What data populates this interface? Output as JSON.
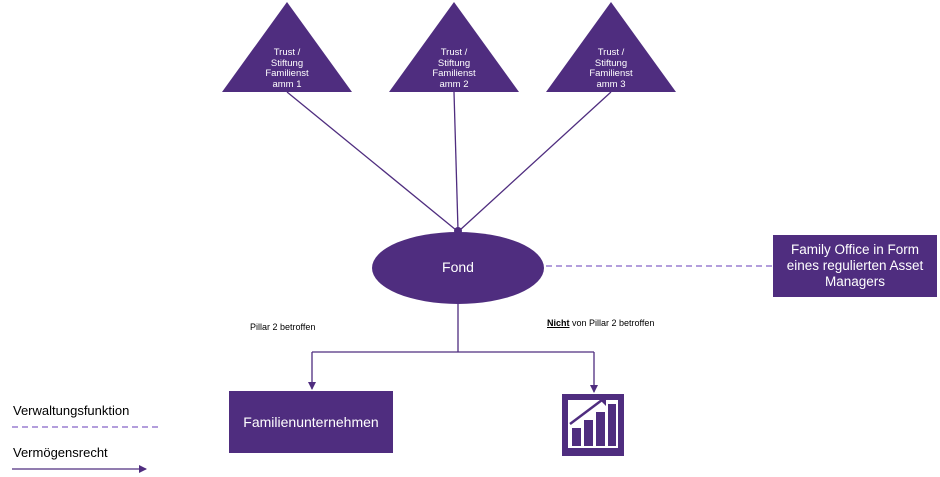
{
  "trusts": [
    {
      "lines": [
        "Trust /",
        "Stiftung",
        "Familienst",
        "amm 1"
      ]
    },
    {
      "lines": [
        "Trust /",
        "Stiftung",
        "Familienst",
        "amm 2"
      ]
    },
    {
      "lines": [
        "Trust /",
        "Stiftung",
        "Familienst",
        "amm 3"
      ]
    }
  ],
  "fond": {
    "label": "Fond"
  },
  "family_office": {
    "lines": [
      "Family Office in Form",
      "eines regulierten Asset",
      "Managers"
    ]
  },
  "familienunternehmen": {
    "label": "Familienunternehmen"
  },
  "pillar": {
    "affected": "Pillar 2 betroffen",
    "not_bold": "Nicht",
    "not_rest": " von Pillar 2 betroffen"
  },
  "legend": {
    "admin": "Verwaltungsfunktion",
    "asset": "Vermögensrecht"
  },
  "icons": {
    "investment": "bar-chart-growth-icon"
  },
  "colors": {
    "primary": "#4f2d7f",
    "dashed": "#9a7fd1",
    "text": "#000000"
  }
}
